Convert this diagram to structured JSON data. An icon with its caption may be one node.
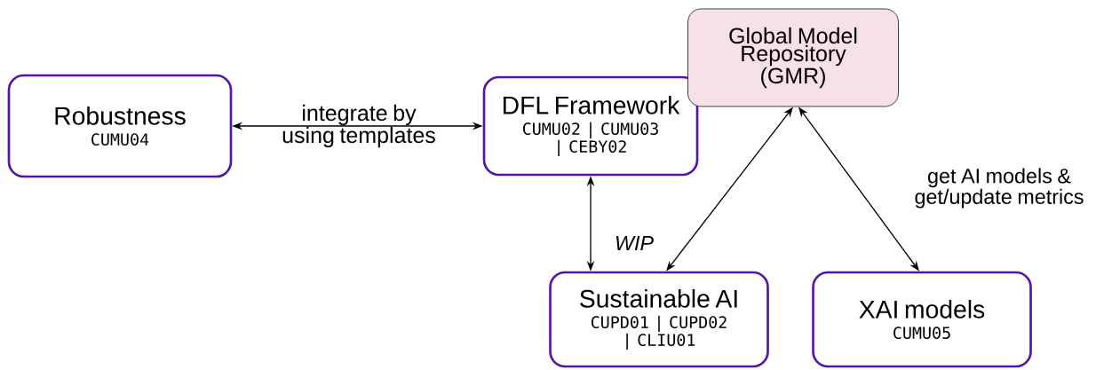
{
  "diagram": {
    "nodes": [
      {
        "text": [
          "Robustness",
          "CUMU04"
        ]
      },
      {
        "text": [
          "DFL Framework",
          "CUMU02 | CUMU03 | CEBY02"
        ]
      },
      {
        "text": [
          "Global Model Repository (GMR)"
        ]
      },
      {
        "text": [
          "Sustainable AI",
          "CUPD01 | CUPD02 | CLIU01"
        ]
      },
      {
        "text": [
          "XAI models",
          "CUMU05"
        ]
      }
    ],
    "edges": [
      {
        "from": 0,
        "to": 1,
        "arrow": "both",
        "label": "integrate by using templates"
      },
      {
        "from": 1,
        "to": 3,
        "arrow": "both",
        "label": "WIP"
      },
      {
        "from": 2,
        "to": 3,
        "arrow": "both"
      },
      {
        "from": 2,
        "to": 4,
        "arrow": "both",
        "label": "get AI models & get/update metrics"
      }
    ]
  }
}
